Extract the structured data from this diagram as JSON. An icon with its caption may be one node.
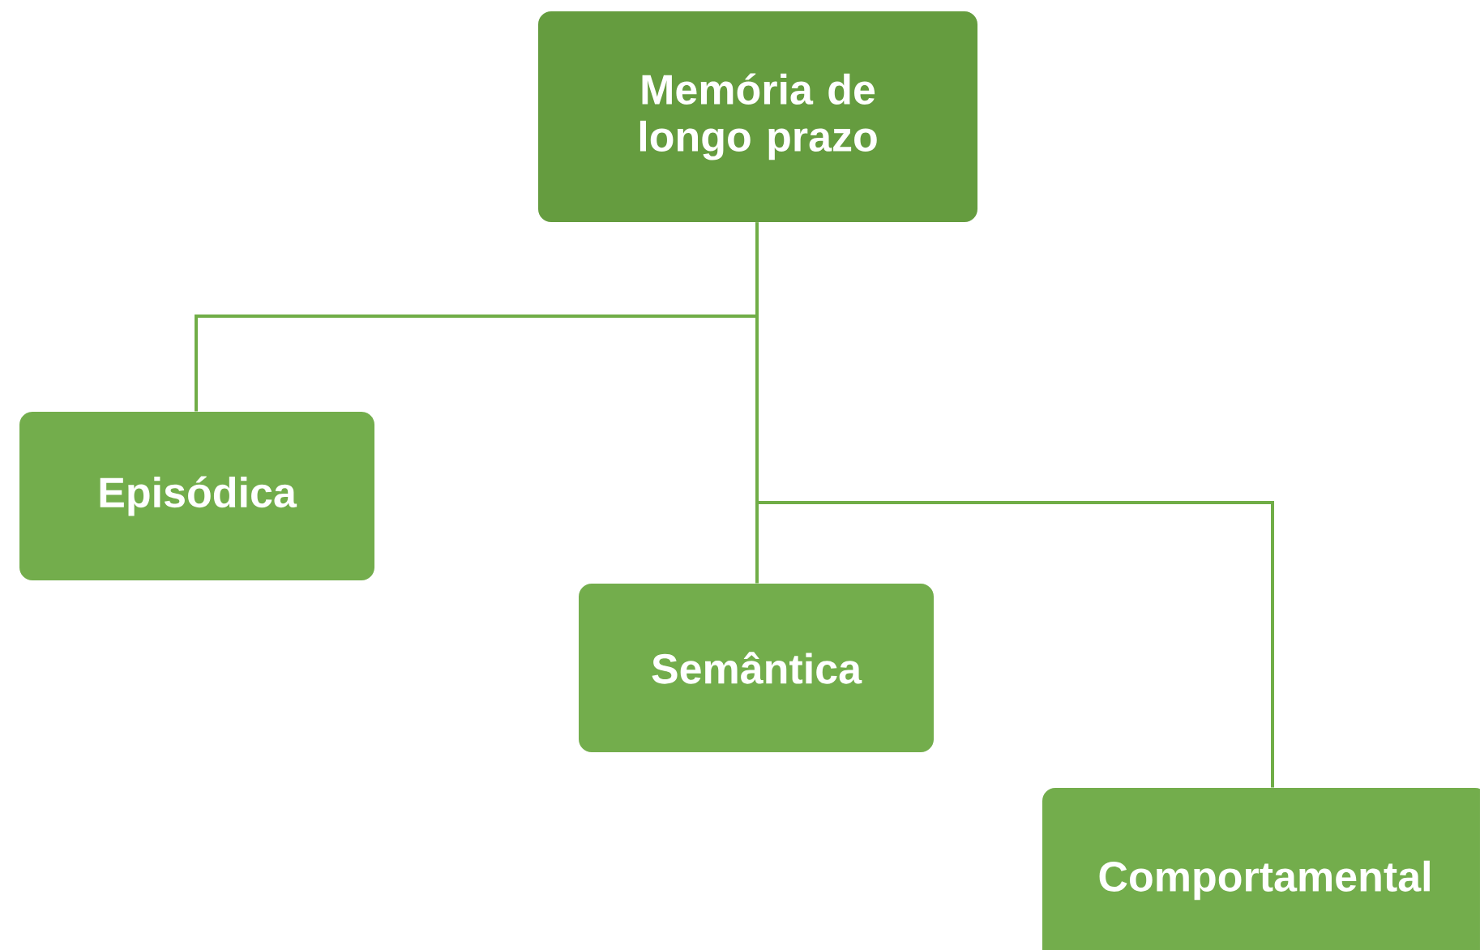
{
  "diagram": {
    "nodes": [
      {
        "text": [
          "Memória de longo prazo"
        ]
      },
      {
        "text": [
          "Episódica"
        ]
      },
      {
        "text": [
          "Semântica"
        ]
      },
      {
        "text": [
          "Comportamental"
        ]
      }
    ],
    "edges": [
      {
        "from": 0,
        "to": 1,
        "arrow": "none"
      },
      {
        "from": 0,
        "to": 2,
        "arrow": "none"
      },
      {
        "from": 0,
        "to": 3,
        "arrow": "none"
      }
    ]
  }
}
